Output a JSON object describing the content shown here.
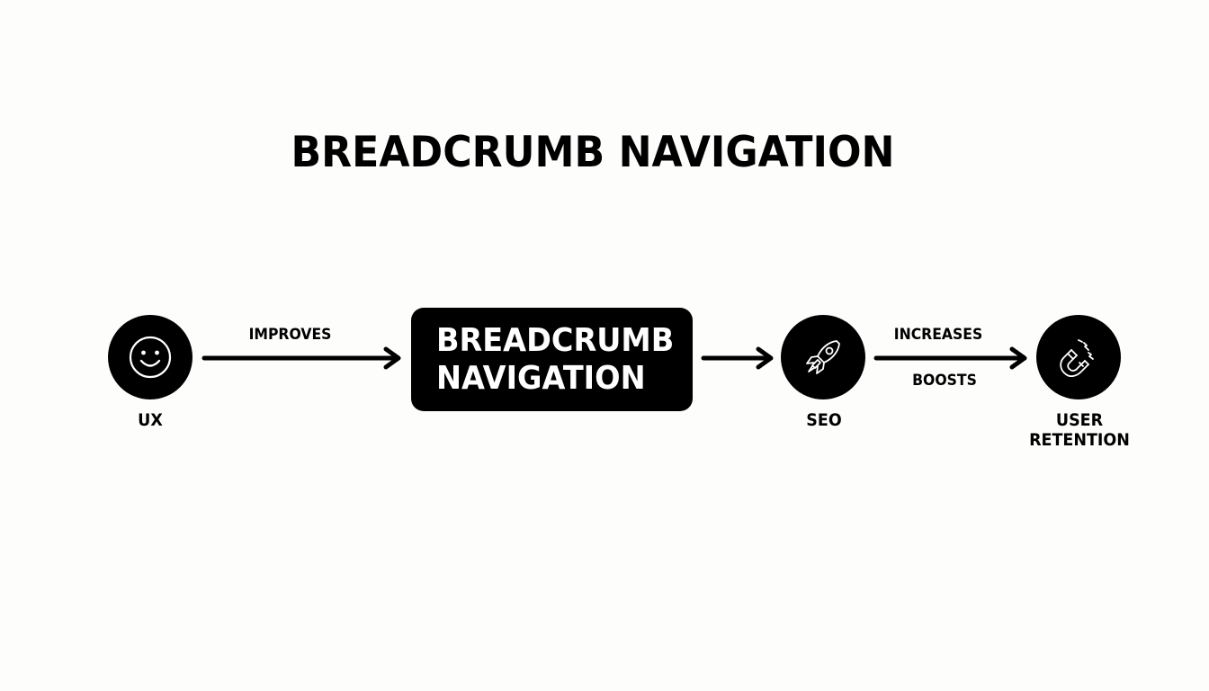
{
  "title": "BREADCRUMB NAVIGATION",
  "nodes": {
    "ux": {
      "label": "UX",
      "icon": "smiley-face-icon"
    },
    "center": {
      "line1": "BREADCRUMB",
      "line2": "NAVIGATION"
    },
    "seo": {
      "label": "SEO",
      "icon": "rocket-icon"
    },
    "retention": {
      "label": "USER RETENTION",
      "icon": "magnet-icon"
    }
  },
  "edges": {
    "ux_to_center": {
      "label": "IMPROVES"
    },
    "center_to_seo": {
      "label": ""
    },
    "seo_to_retention": {
      "label_top": "INCREASES",
      "label_bottom": "BOOSTS"
    }
  },
  "colors": {
    "background": "#fdfdfc",
    "node_fill": "#000000",
    "node_text": "#ffffff",
    "text": "#000000"
  }
}
